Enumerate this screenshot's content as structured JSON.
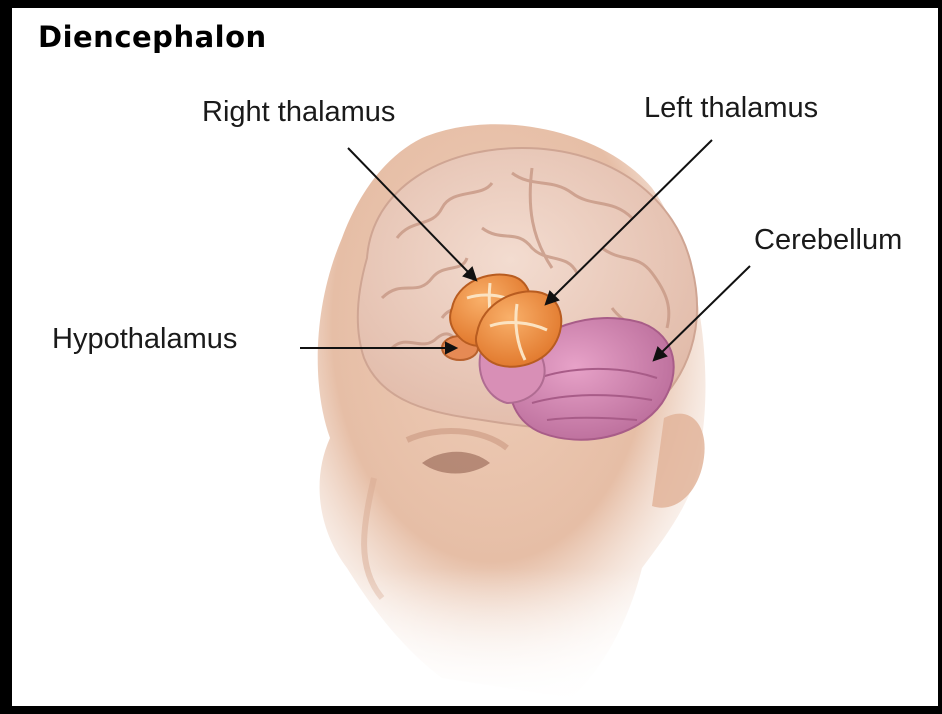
{
  "title": "Diencephalon",
  "labels": {
    "right_thalamus": "Right thalamus",
    "left_thalamus": "Left thalamus",
    "cerebellum": "Cerebellum",
    "hypothalamus": "Hypothalamus"
  },
  "colors": {
    "background": "#ffffff",
    "frame": "#000000",
    "skin": "#e8c4ae",
    "brain": "#eccfc2",
    "thalamus": "#f08a3c",
    "cerebellum": "#c878a8",
    "leader_line": "#111111"
  }
}
